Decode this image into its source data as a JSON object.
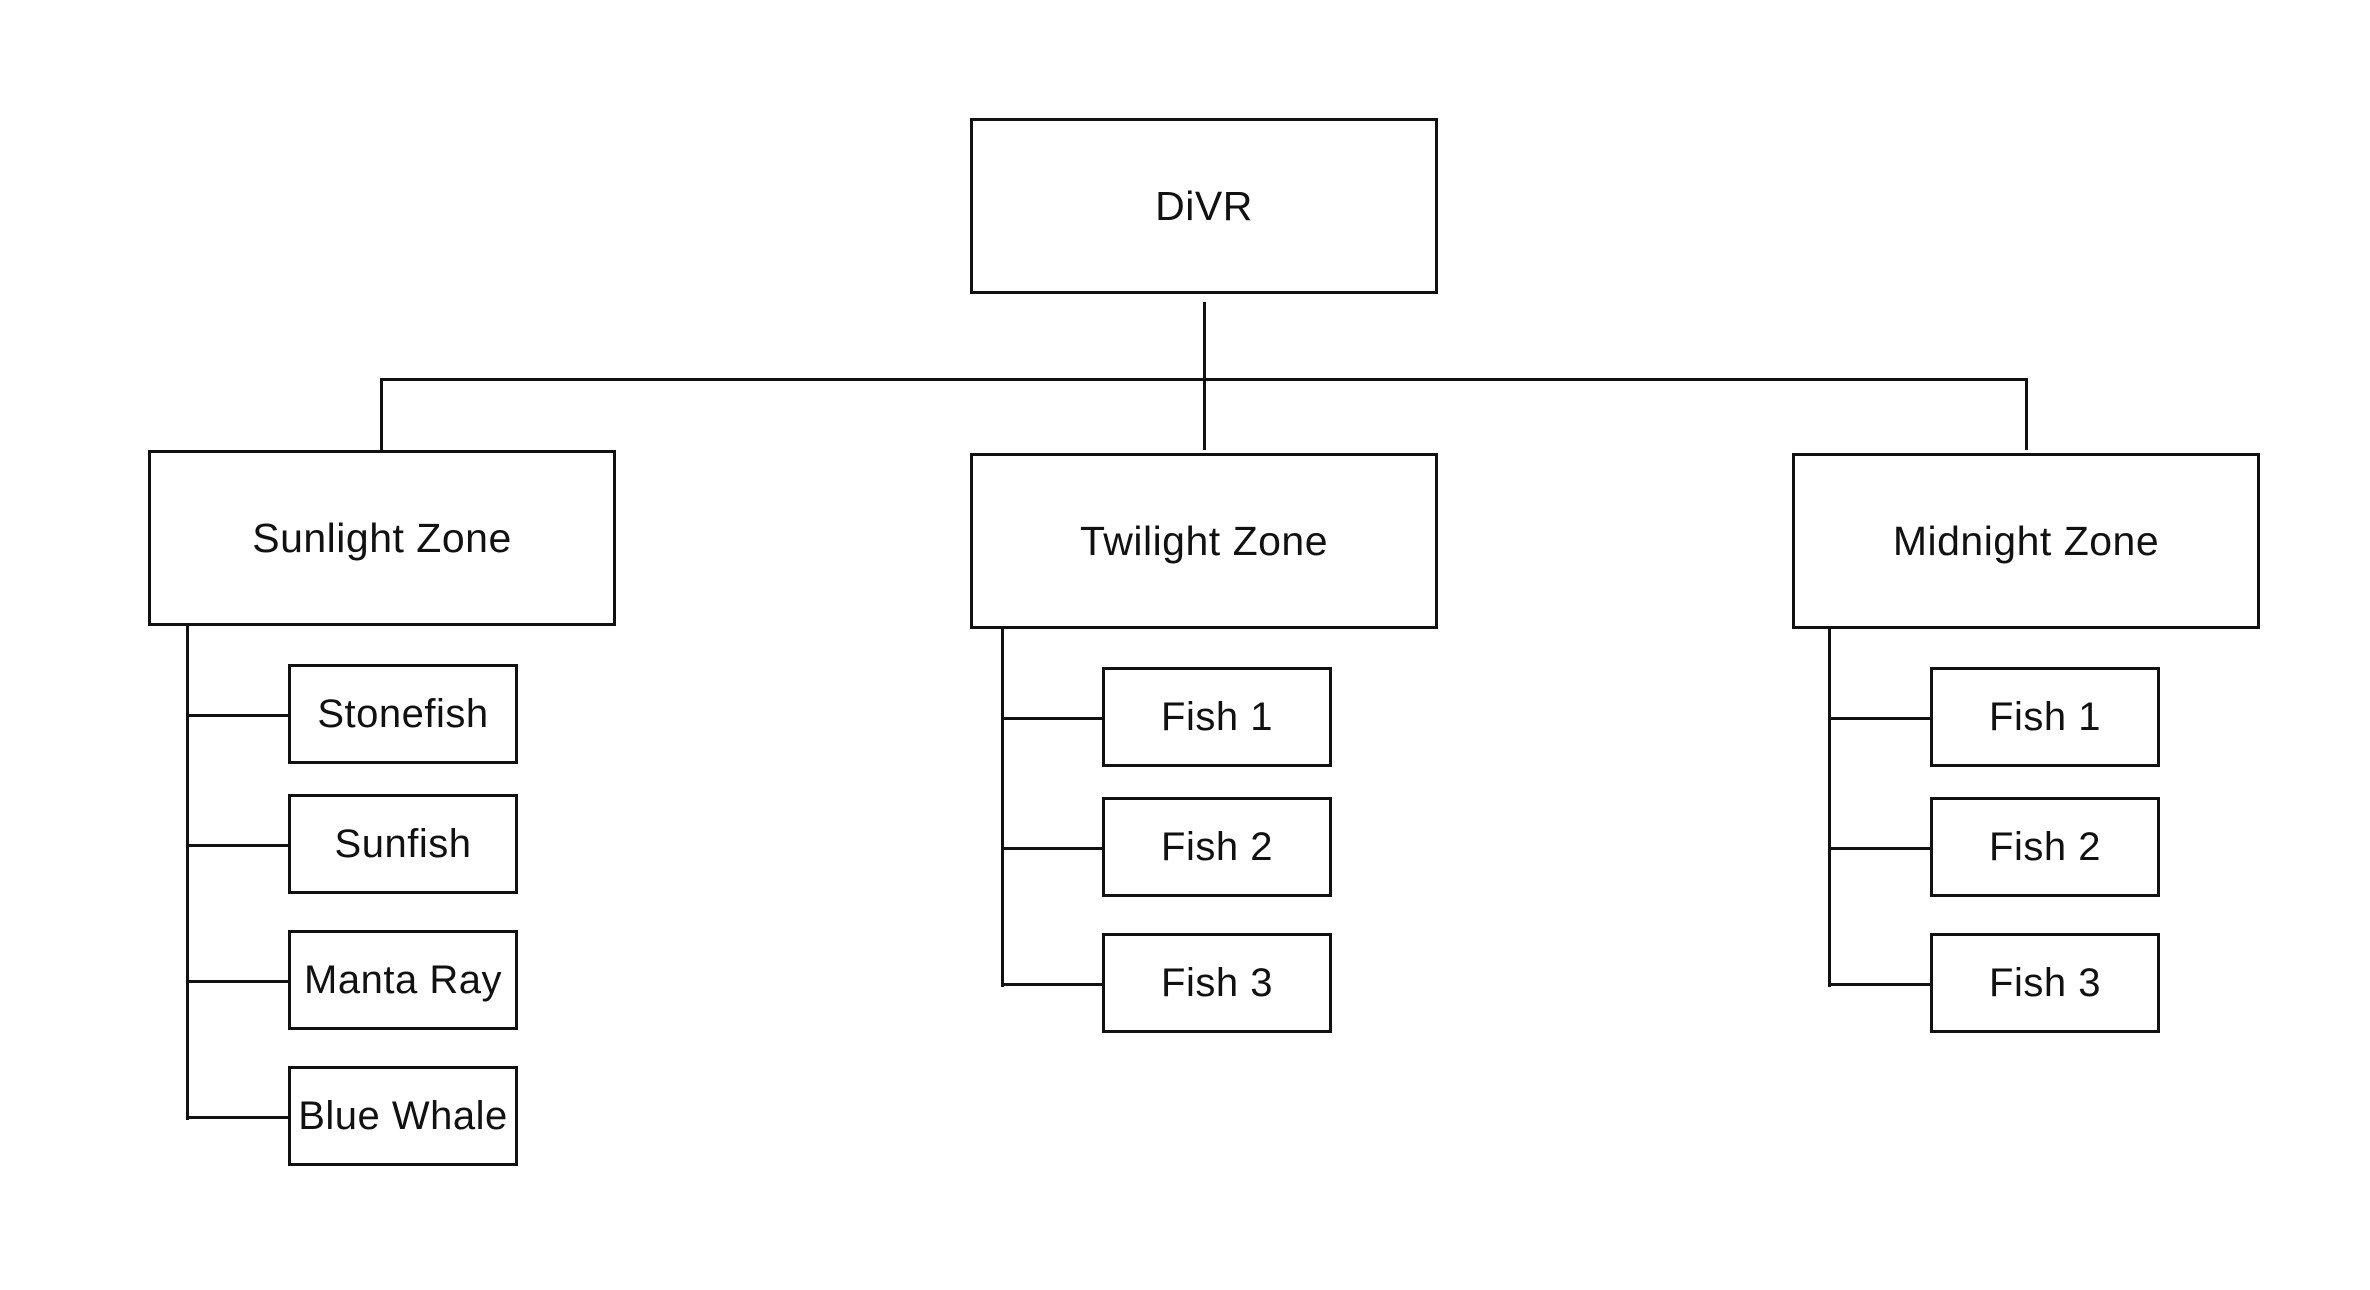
{
  "diagram": {
    "root": {
      "label": "DiVR"
    },
    "zones": [
      {
        "label": "Sunlight Zone",
        "children": [
          "Stonefish",
          "Sunfish",
          "Manta Ray",
          "Blue Whale"
        ]
      },
      {
        "label": "Twilight Zone",
        "children": [
          "Fish 1",
          "Fish 2",
          "Fish 3"
        ]
      },
      {
        "label": "Midnight Zone",
        "children": [
          "Fish 1",
          "Fish 2",
          "Fish 3"
        ]
      }
    ],
    "colors": {
      "stroke": "#111111",
      "background": "#ffffff"
    }
  }
}
